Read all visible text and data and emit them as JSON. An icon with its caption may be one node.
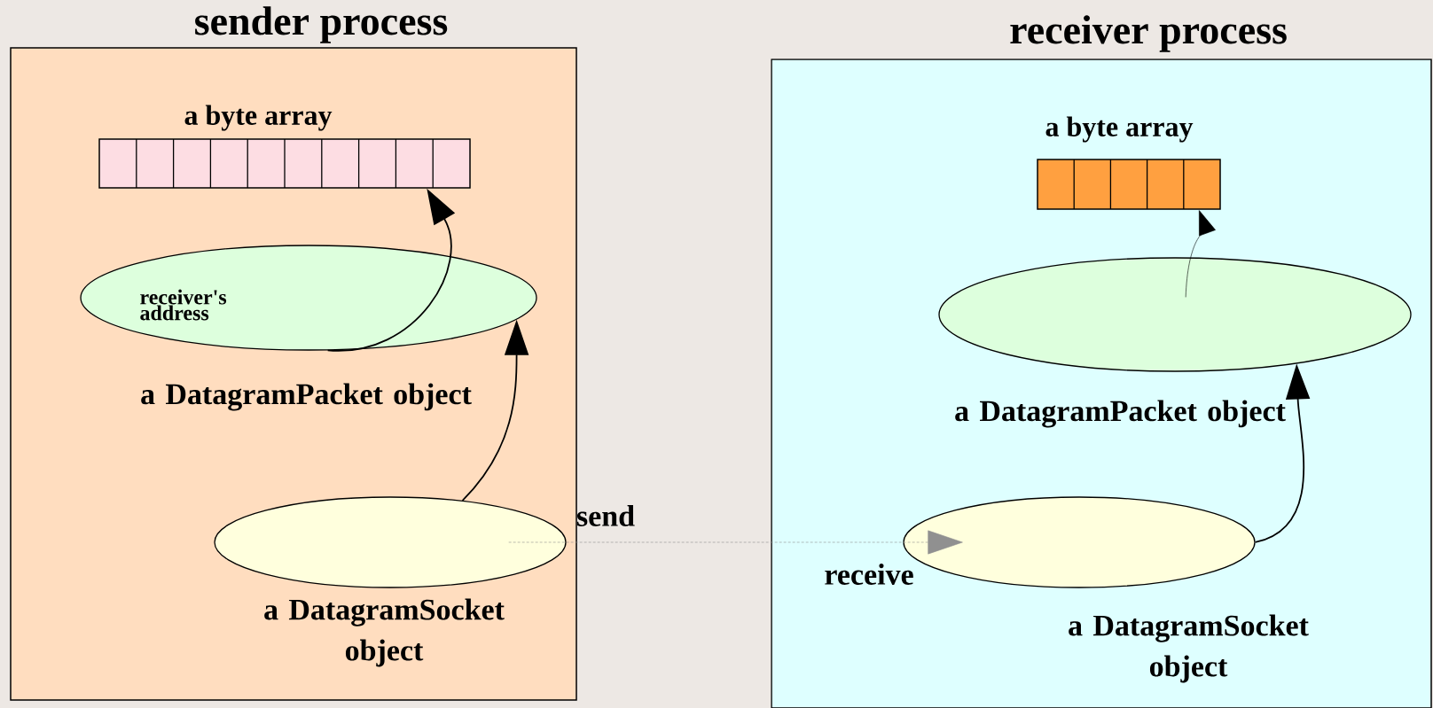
{
  "diagram": {
    "nodes": [
      {
        "text": [
          "sender process"
        ]
      },
      {
        "text": [
          "a byte array"
        ],
        "in": 0
      },
      {
        "text": [
          "receiver's address"
        ],
        "beside": [
          "a DatagramPacket object"
        ],
        "in": 0
      },
      {
        "text": [],
        "shape": "ellipse",
        "beside": [
          "a DatagramSocket object"
        ],
        "in": 0
      },
      {
        "text": [
          "receiver process"
        ]
      },
      {
        "text": [
          "a byte array"
        ],
        "in": 4
      },
      {
        "text": [],
        "shape": "ellipse",
        "beside": [
          "a DatagramPacket object"
        ],
        "in": 4
      },
      {
        "text": [],
        "shape": "ellipse",
        "beside": [
          "a DatagramSocket object"
        ],
        "in": 4
      }
    ],
    "edges": [
      {
        "from": 3,
        "to": 2,
        "arrow": "to"
      },
      {
        "from": 2,
        "to": 1,
        "arrow": "to"
      },
      {
        "from": 3,
        "to": 7,
        "arrow": "to",
        "label": "send",
        "style": "dashed",
        "color": "#909090"
      },
      {
        "from": 7,
        "to": 6,
        "arrow": "to"
      },
      {
        "from": 6,
        "to": 5,
        "arrow": "to"
      }
    ],
    "labels": [
      "receive"
    ]
  }
}
